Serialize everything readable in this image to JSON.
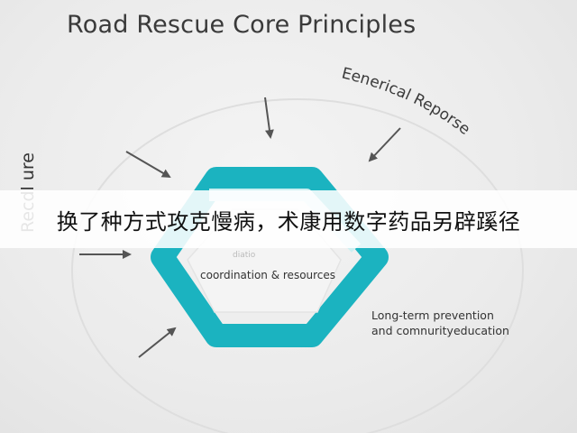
{
  "title": "Road Rescue Core Principles",
  "labels": {
    "curved_top_right": "Eenerical Reporse",
    "left_vertical": "Recdl ure",
    "faded_center": "diatio",
    "center": "coordination & resources",
    "right_line1": "Long-term prevention",
    "right_line2": "and comnurityeducation"
  },
  "banner": {
    "text": "换了种方式攻克慢病，术康用数字药品另辟蹊径"
  },
  "colors": {
    "accent": "#1bb3c0",
    "accent_light": "#cdeff1",
    "text": "#3a3a3a",
    "background": "#ececec"
  }
}
